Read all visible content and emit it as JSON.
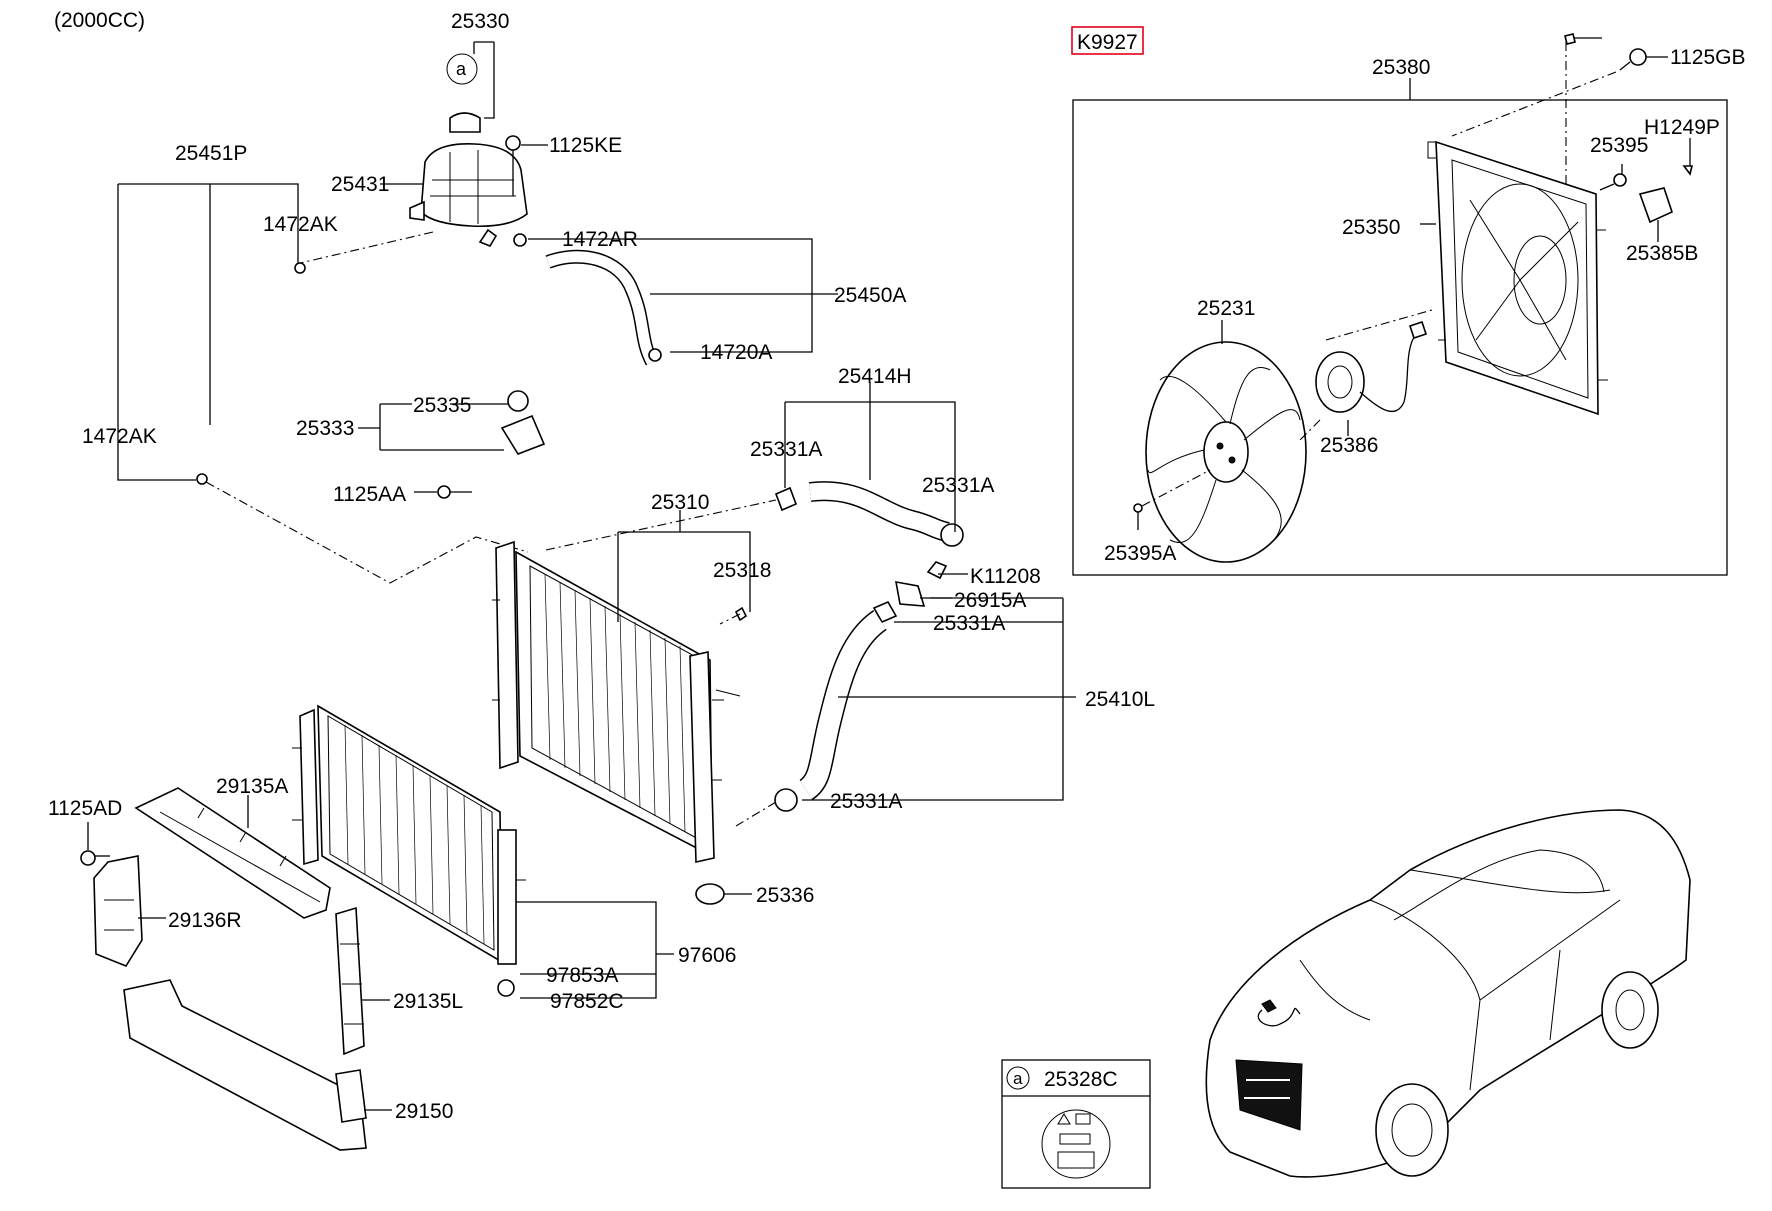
{
  "engine_note": "(2000CC)",
  "labels": {
    "p25330": "25330",
    "p1125KE": "1125KE",
    "p25431": "25431",
    "p25451P": "25451P",
    "p1472AK_top": "1472AK",
    "p1472AR": "1472AR",
    "p25450A": "25450A",
    "p14720A": "14720A",
    "p1472AK_left": "1472AK",
    "p25335": "25335",
    "p25333": "25333",
    "p1125AA": "1125AA",
    "p25414H": "25414H",
    "p25331A_a": "25331A",
    "p25331A_b": "25331A",
    "p25310": "25310",
    "p25318": "25318",
    "pK11208": "K11208",
    "p26915A": "26915A",
    "p25331A_c": "25331A",
    "p25410L": "25410L",
    "p25331A_d": "25331A",
    "p25336": "25336",
    "p1125AD": "1125AD",
    "p29135A": "29135A",
    "p29136R": "29136R",
    "p97606": "97606",
    "p97853A": "97853A",
    "p97852C": "97852C",
    "p29135L": "29135L",
    "p29150": "29150",
    "pK9927": "K9927",
    "p1125GB": "1125GB",
    "p25380": "25380",
    "pH1249P": "H1249P",
    "p25395": "25395",
    "p25350": "25350",
    "p25385B": "25385B",
    "p25231": "25231",
    "p25386": "25386",
    "p25395A": "25395A"
  },
  "callout": {
    "letter": "a",
    "part": "25328C"
  },
  "highlight_color": "#e2001a"
}
